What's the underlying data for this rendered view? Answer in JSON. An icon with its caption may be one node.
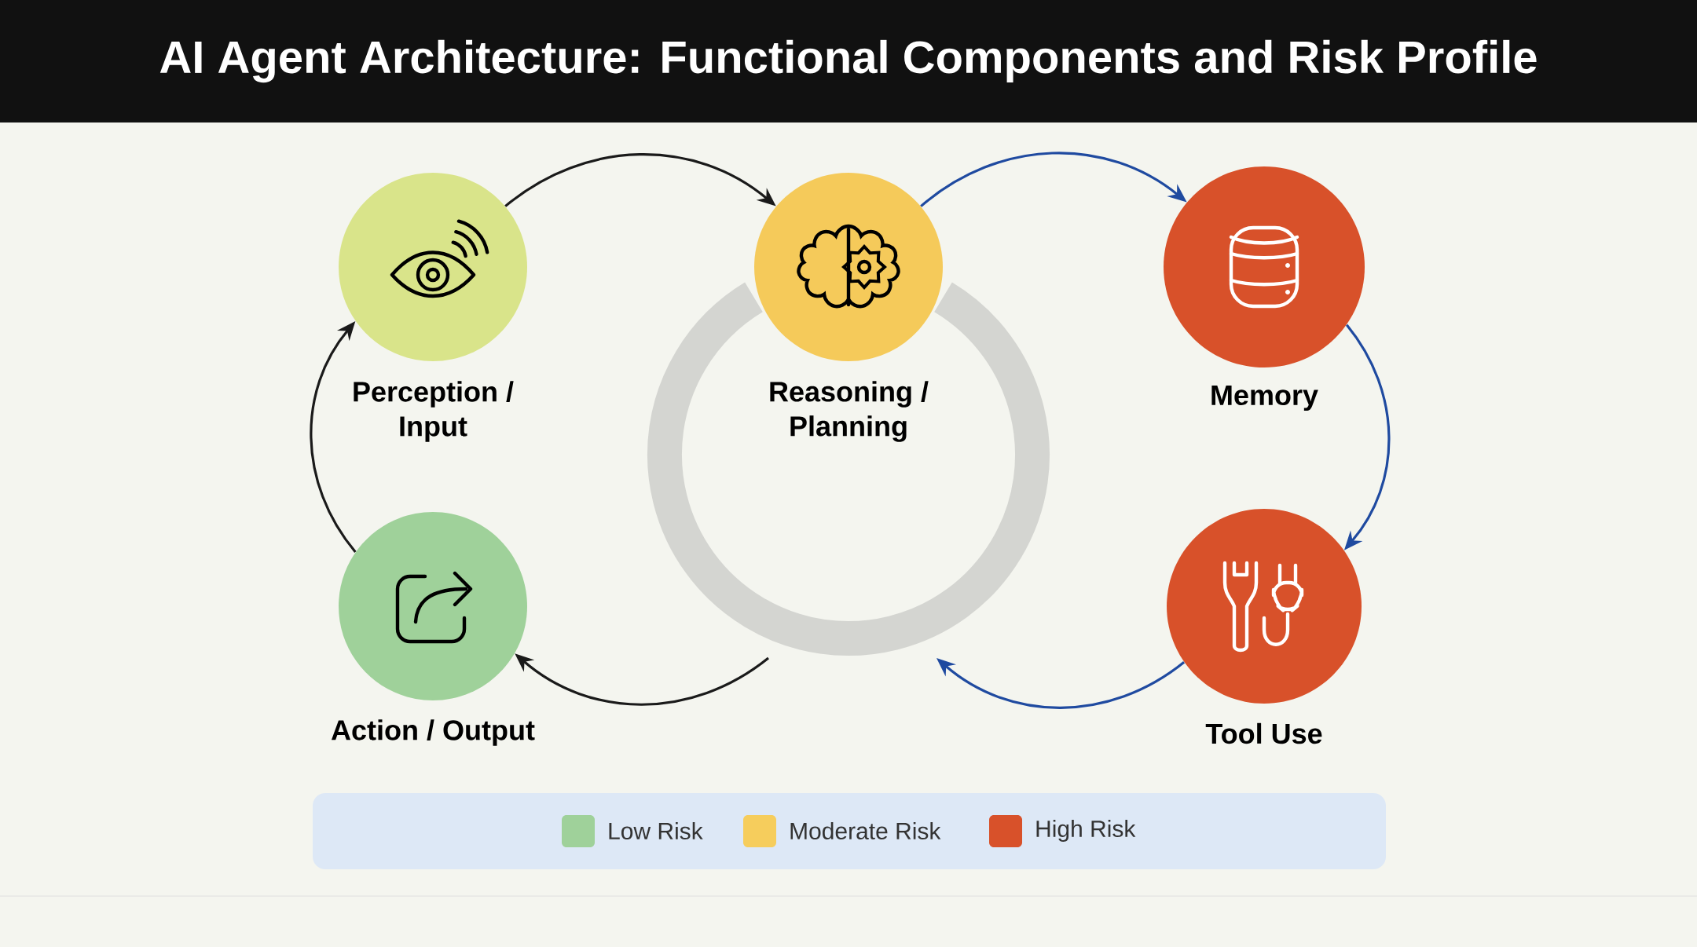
{
  "diagram": {
    "title": "AI Agent Architecture: Functional Components and Risk Profile",
    "nodes": [
      {
        "text": [
          "Perception / Input"
        ]
      },
      {
        "text": [
          "Reasoning / Planning"
        ]
      },
      {
        "text": [
          "Memory"
        ]
      },
      {
        "text": [
          "Tool Use"
        ]
      },
      {
        "text": [
          "Action / Output"
        ]
      }
    ],
    "edges": [
      {
        "from": 0,
        "to": 1,
        "arrow": "to",
        "color": "#1a1a1a"
      },
      {
        "from": 1,
        "to": 2,
        "arrow": "to",
        "color": "#1f4aa0"
      },
      {
        "from": 2,
        "to": 3,
        "arrow": "to",
        "color": "#1f4aa0"
      },
      {
        "from": 3,
        "to": 1,
        "arrow": "to",
        "color": "#1f4aa0"
      },
      {
        "from": 1,
        "to": 4,
        "arrow": "to",
        "color": "#1a1a1a"
      },
      {
        "from": 4,
        "to": 0,
        "arrow": "to",
        "color": "#1a1a1a"
      }
    ],
    "legend": [
      {
        "text": "Low Risk",
        "color": "#9fd19a"
      },
      {
        "text": "Moderate Risk",
        "color": "#f6cd5c"
      },
      {
        "text": "High Risk",
        "color": "#d8512a"
      }
    ]
  }
}
